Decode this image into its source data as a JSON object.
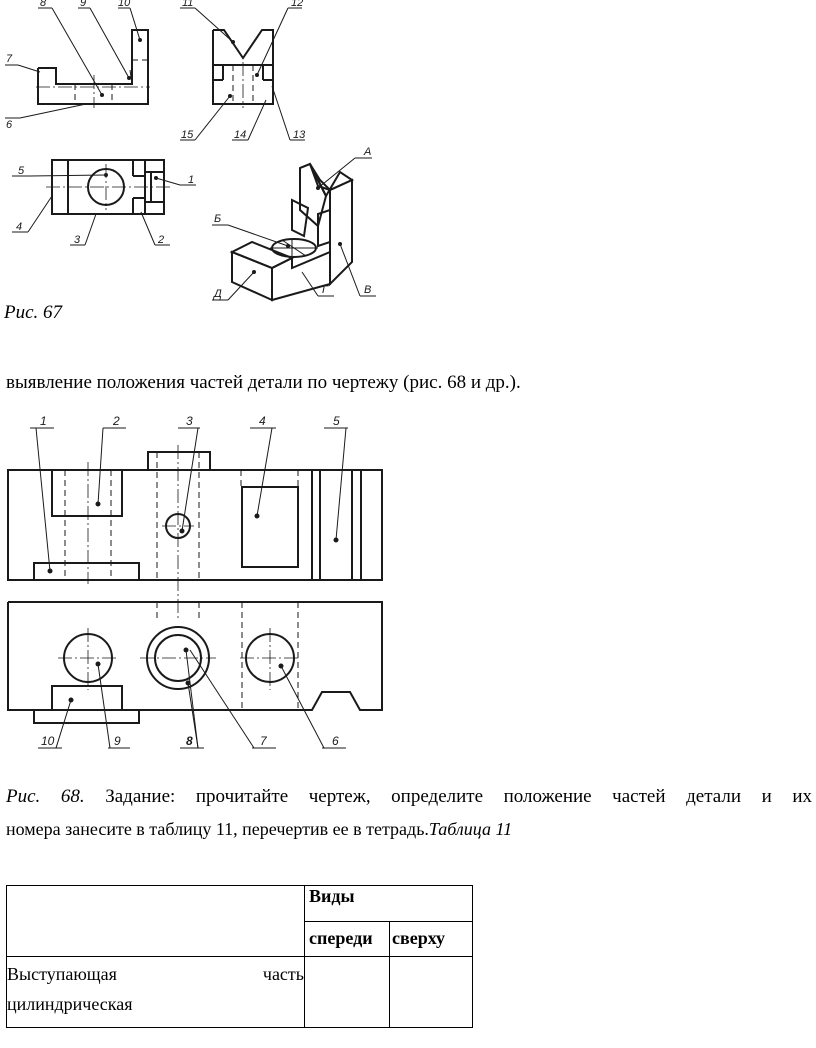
{
  "fig67": {
    "caption": "Рис. 67",
    "labels_top": [
      "8",
      "9",
      "10",
      "11",
      "12",
      "7",
      "6",
      "15",
      "14",
      "13"
    ],
    "labels_bottom": [
      "5",
      "1",
      "4",
      "3",
      "2",
      "А",
      "Б",
      "Д",
      "Г",
      "В"
    ]
  },
  "text": {
    "line1": "выявление положения частей детали по чертежу (рис. 68 и др.)."
  },
  "fig68": {
    "labels_top": [
      "1",
      "2",
      "3",
      "4",
      "5"
    ],
    "labels_bottom": [
      "10",
      "9",
      "8",
      "7",
      "6"
    ],
    "caption_num": "Рис. 68.",
    "caption_text": " Задание: прочитайте чертеж, определите положение частей детали и их",
    "caption_line2": "номера занесите в таблицу 11, перечертив ее в тетрадь.",
    "table_ref": "Таблица 11"
  },
  "table11": {
    "header": "Виды",
    "col_front": "спереди",
    "col_top": "сверху",
    "row1_word1": "Выступающая",
    "row1_word2": "часть",
    "row1_line2": "цилиндрическая"
  }
}
